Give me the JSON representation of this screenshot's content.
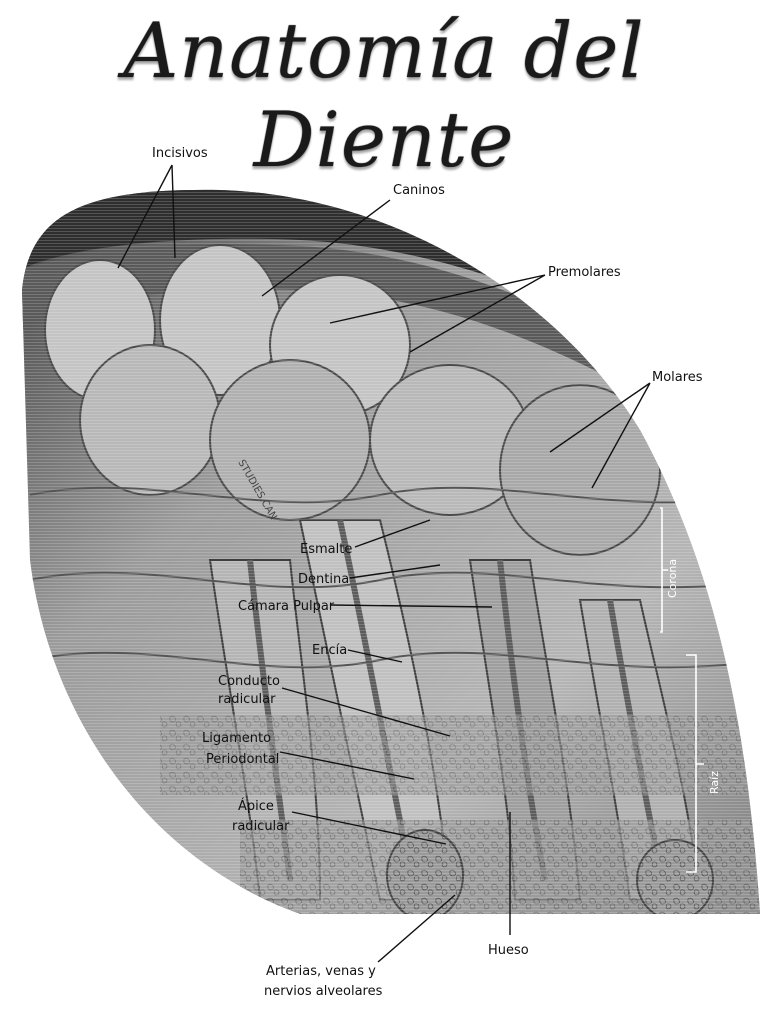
{
  "title": "Anatomía del Diente",
  "watermark": "STUDIES.CAN",
  "labels": {
    "incisivos": "Incisivos",
    "caninos": "Caninos",
    "premolares": "Premolares",
    "molares": "Molares",
    "esmalte": "Esmalte",
    "dentina": "Dentina",
    "camara_pulpar": "Cámara Pulpar",
    "encia": "Encía",
    "conducto_1": "Conducto",
    "conducto_2": "radicular",
    "ligamento_1": "Ligamento",
    "ligamento_2": "Periodontal",
    "apice_1": "Ápice",
    "apice_2": "radicular",
    "hueso": "Hueso",
    "arterias_1": "Arterias, venas  y",
    "arterias_2": "nervios alveolares",
    "corona": "Corona",
    "raiz": "Raíz"
  },
  "colors": {
    "enamel_dark": "#2b2b2b",
    "crown_mid": "#8c8c8c",
    "crown_light": "#c9c9c9",
    "pulp": "#6e6e6e",
    "bone": "#a8a8a8",
    "outline": "#444444"
  }
}
